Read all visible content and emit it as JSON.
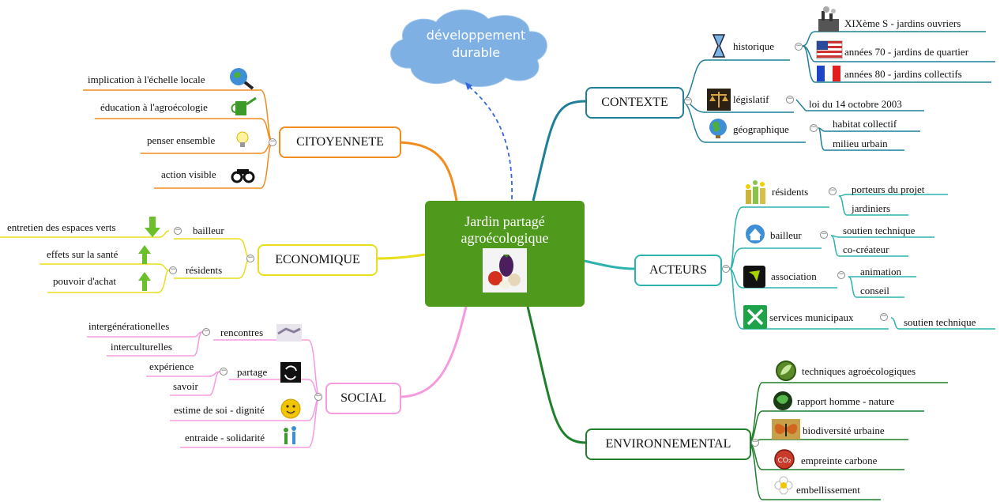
{
  "center": {
    "line1": "Jardin partagé",
    "line2": "agroécologique"
  },
  "cloud": {
    "line1": "développement",
    "line2": "durable"
  },
  "branches": {
    "contexte": {
      "label": "CONTEXTE",
      "historique": "historique",
      "hist_items": [
        "XIXème S - jardins ouvriers",
        "années 70 - jardins de quartier",
        "années 80 - jardins collectifs"
      ],
      "legislatif": "législatif",
      "loi": "loi du 14 octobre 2003",
      "geographique": "géographique",
      "geo_items": [
        "habitat collectif",
        "milieu urbain"
      ]
    },
    "acteurs": {
      "label": "ACTEURS",
      "residents": "résidents",
      "residents_items": [
        "porteurs du projet",
        "jardiniers"
      ],
      "bailleur": "bailleur",
      "bailleur_items": [
        "soutien technique",
        "co-créateur"
      ],
      "association": "association",
      "association_items": [
        "animation",
        "conseil"
      ],
      "services": "services municipaux",
      "services_items": [
        "soutien technique"
      ]
    },
    "environnemental": {
      "label": "ENVIRONNEMENTAL",
      "items": [
        "techniques agroécologiques",
        "rapport homme - nature",
        "biodiversité urbaine",
        "empreinte carbone",
        "embellissement"
      ]
    },
    "citoyennete": {
      "label": "CITOYENNETE",
      "items": [
        "implication à l'échelle locale",
        "éducation à l'agroécologie",
        "penser ensemble",
        "action visible"
      ]
    },
    "economique": {
      "label": "ECONOMIQUE",
      "bailleur": "bailleur",
      "bailleur_items": [
        "entretien des espaces verts"
      ],
      "residents": "résidents",
      "residents_items": [
        "effets sur la santé",
        "pouvoir d'achat"
      ]
    },
    "social": {
      "label": "SOCIAL",
      "rencontres": "rencontres",
      "rencontres_items": [
        "intergénérationelles",
        "interculturelles"
      ],
      "partage": "partage",
      "partage_items": [
        "expérience",
        "savoir"
      ],
      "items": [
        "estime de soi - dignité",
        "entraide - solidarité"
      ]
    }
  },
  "colors": {
    "contexte": "#1f7f99",
    "acteurs": "#2cb3ad",
    "environnemental": "#1f7f2a",
    "citoyennete": "#f28c1f",
    "economique": "#e8df1a",
    "social": "#f59adf",
    "center": "#4f9a1c",
    "cloud": "#7fb0e4"
  },
  "icons": [
    "factory-icon",
    "us-flag-icon",
    "french-flag-icon",
    "hourglass-icon",
    "scales-icon",
    "globe-icon",
    "residents-icon",
    "house-icon",
    "association-logo-icon",
    "tools-icon",
    "leaf-icon",
    "earth-icon",
    "butterfly-icon",
    "co2-icon",
    "flower-icon",
    "globe-search-icon",
    "watering-can-icon",
    "lightbulb-icon",
    "binoculars-icon",
    "arrow-down-icon",
    "arrow-up-icon",
    "handshake-icon",
    "cycle-icon",
    "smiley-icon",
    "people-icon",
    "vegetables-icon"
  ]
}
